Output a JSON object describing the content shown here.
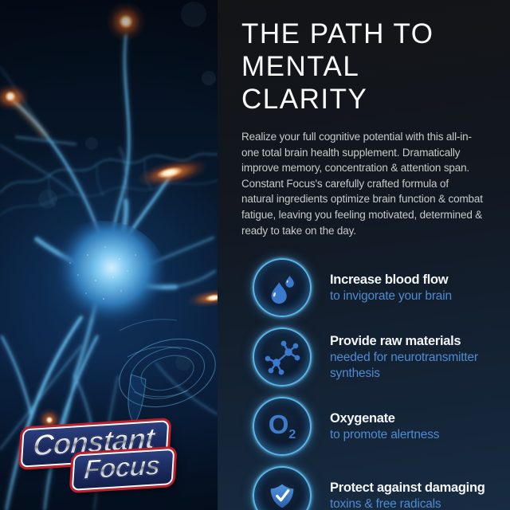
{
  "left_panel": {
    "artwork": "glowing-blue-neuron-brain-with-orange-synapse-flares",
    "logo": {
      "line1": "Constant",
      "line2": "Focus"
    }
  },
  "right_panel": {
    "heading_line1": "THE PATH TO",
    "heading_line2": "MENTAL CLARITY",
    "intro": "Realize your full cognitive potential with this all-in-one total brain health supplement. Dramatically improve memory, concentration & attention span. Constant Focus's carefully crafted formula of natural ingredients optimize brain function & combat fatigue, leaving you feeling motivated, determined & ready to take on the day.",
    "benefits": [
      {
        "icon": "water-drops-icon",
        "title": "Increase blood flow",
        "subtitle": "to invigorate your brain"
      },
      {
        "icon": "molecule-icon",
        "title": "Provide raw materials",
        "subtitle": "needed for neurotransmitter synthesis"
      },
      {
        "icon": "oxygen-o2-icon",
        "symbol": "O",
        "symbol_sub": "2",
        "title": "Oxygenate",
        "subtitle": "to promote alertness"
      },
      {
        "icon": "shield-check-icon",
        "title": "Protect against damaging",
        "subtitle": "toxins & free radicals"
      }
    ]
  },
  "colors": {
    "icon_ring": "#5fbef2",
    "icon_glyph_blue": "#3b79cc",
    "benefit_subtitle_blue": "#4e8bd0",
    "logo_red": "#bf1f2d",
    "logo_navy": "#1b2a5e",
    "panel_navy": "#172b42",
    "synapse_orange": "#ff8c3c"
  }
}
